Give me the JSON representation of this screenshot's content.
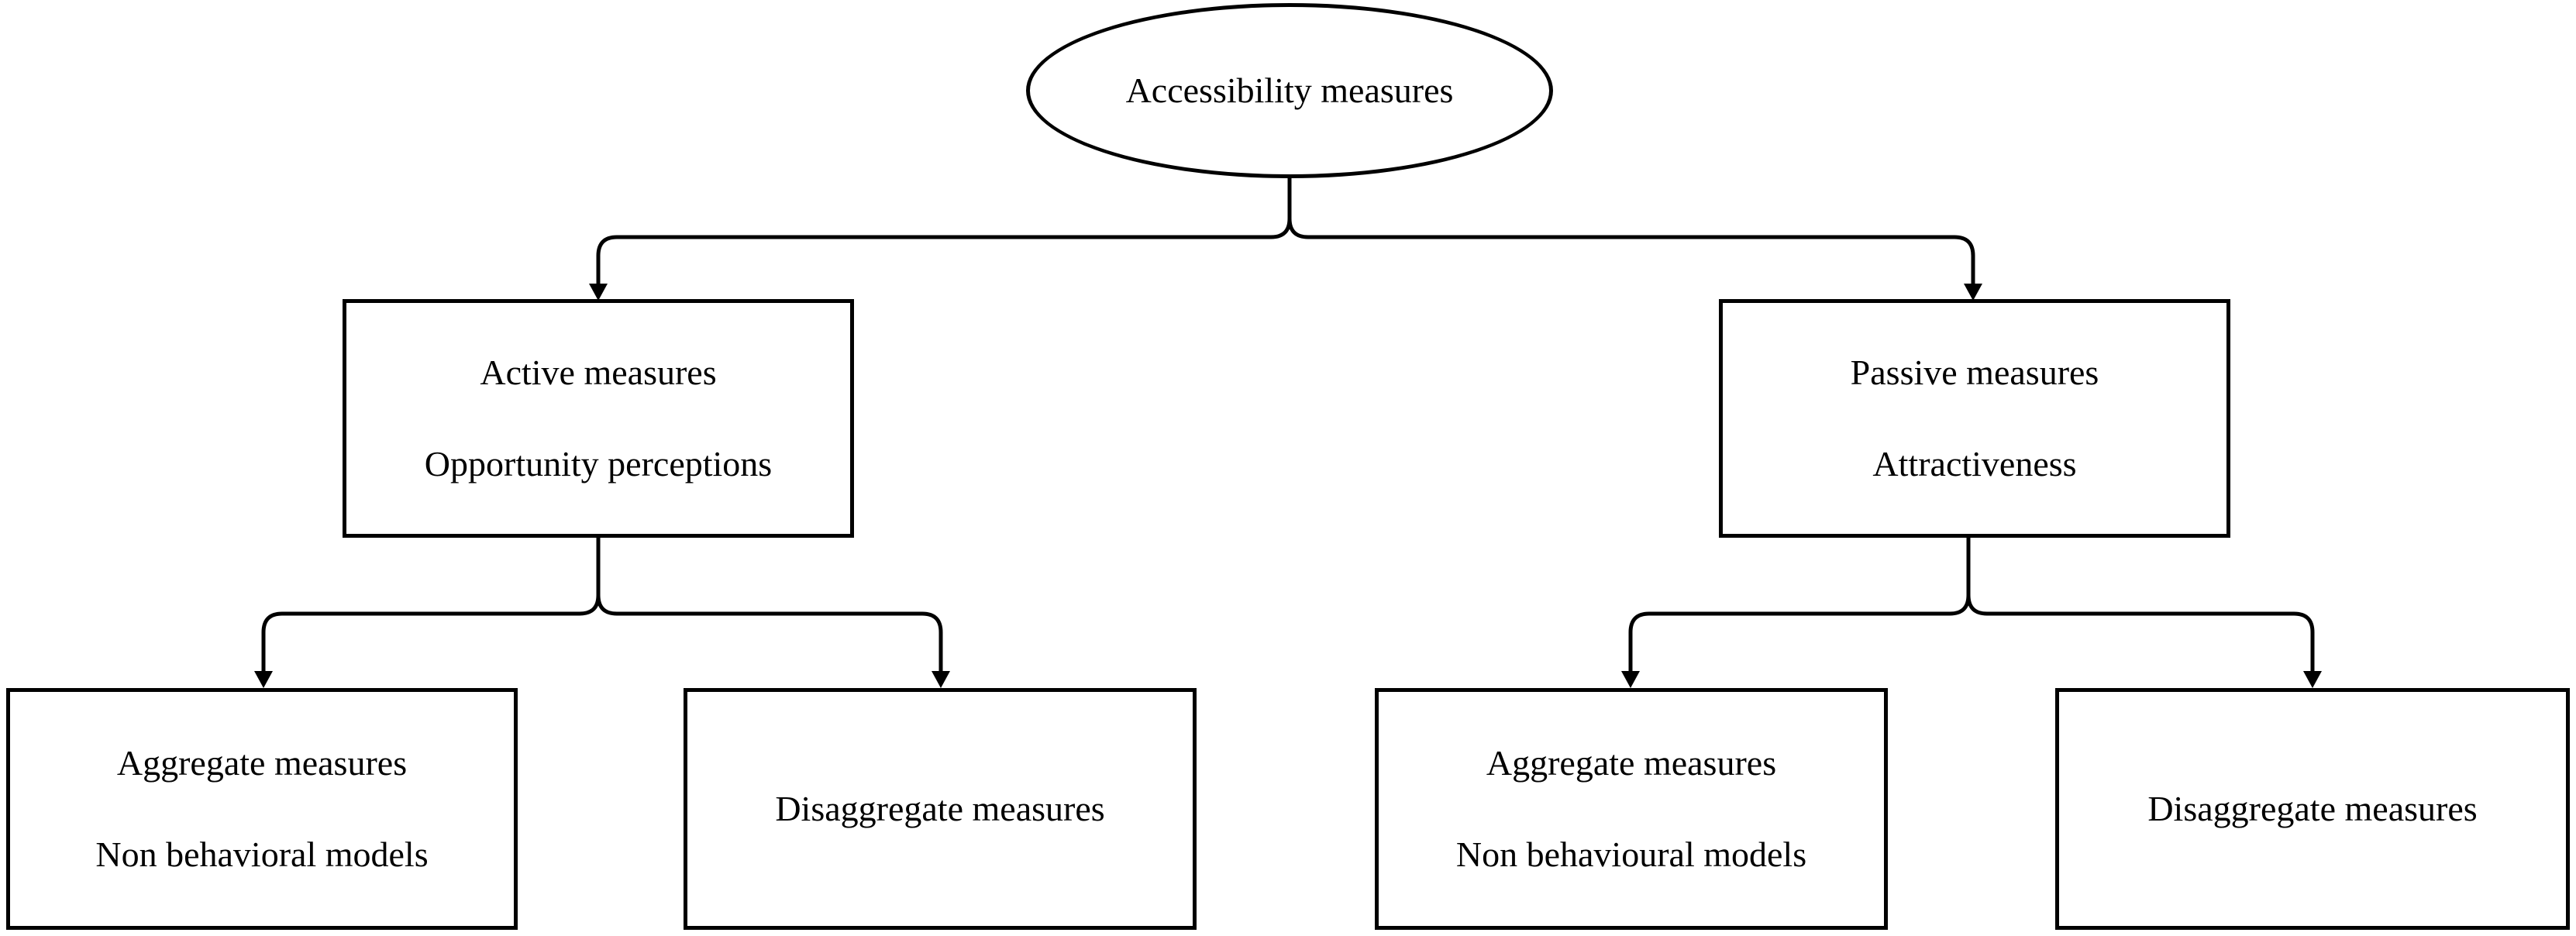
{
  "diagram": {
    "root": {
      "label": "Accessibility measures"
    },
    "active": {
      "title": "Active measures",
      "subtitle": "Opportunity perceptions",
      "aggregate": {
        "title": "Aggregate measures",
        "subtitle": "Non behavioral models"
      },
      "disaggregate": {
        "title": "Disaggregate measures"
      }
    },
    "passive": {
      "title": "Passive measures",
      "subtitle": "Attractiveness",
      "aggregate": {
        "title": "Aggregate measures",
        "subtitle": "Non behavioural models"
      },
      "disaggregate": {
        "title": "Disaggregate measures"
      }
    },
    "colors": {
      "stroke": "#000000",
      "background": "#ffffff",
      "text": "#000000"
    }
  }
}
